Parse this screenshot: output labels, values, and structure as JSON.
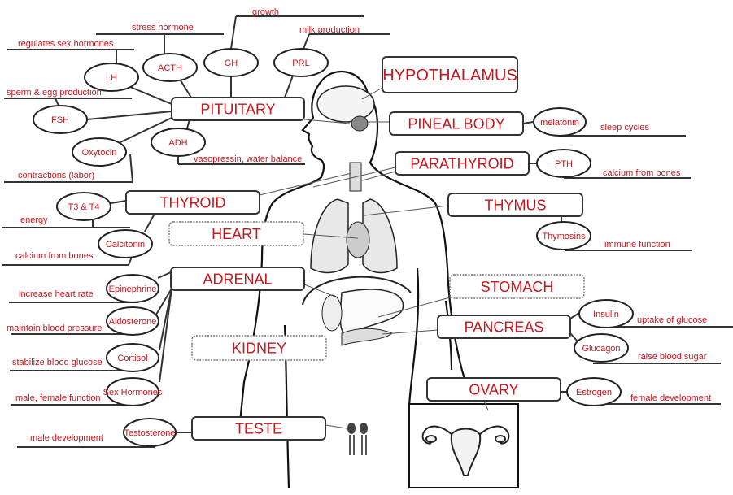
{
  "colors": {
    "text": "#c8161d",
    "lines": "#333333"
  },
  "organs": [
    {
      "id": "hypothalamus",
      "label": "HYPOTHALAMUS"
    },
    {
      "id": "pituitary",
      "label": "PITUITARY"
    },
    {
      "id": "pineal-body",
      "label": "PINEAL BODY"
    },
    {
      "id": "parathyroid",
      "label": "PARATHYROID"
    },
    {
      "id": "thyroid",
      "label": "THYROID"
    },
    {
      "id": "thymus",
      "label": "THYMUS"
    },
    {
      "id": "heart",
      "label": "HEART"
    },
    {
      "id": "adrenal",
      "label": "ADRENAL"
    },
    {
      "id": "stomach",
      "label": "STOMACH"
    },
    {
      "id": "pancreas",
      "label": "PANCREAS"
    },
    {
      "id": "kidney",
      "label": "KIDNEY"
    },
    {
      "id": "ovary",
      "label": "OVARY"
    },
    {
      "id": "teste",
      "label": "TESTE"
    }
  ],
  "hormones": [
    {
      "id": "lh",
      "label": "LH"
    },
    {
      "id": "acth",
      "label": "ACTH"
    },
    {
      "id": "gh",
      "label": "GH"
    },
    {
      "id": "prl",
      "label": "PRL"
    },
    {
      "id": "fsh",
      "label": "FSH"
    },
    {
      "id": "oxytocin",
      "label": "Oxytocin"
    },
    {
      "id": "adh",
      "label": "ADH"
    },
    {
      "id": "t3-t4",
      "label": "T3 & T4"
    },
    {
      "id": "calcitonin",
      "label": "Calcitonin"
    },
    {
      "id": "epinephrine",
      "label": "Epinephrine"
    },
    {
      "id": "aldosterone",
      "label": "Aldosterone"
    },
    {
      "id": "cortisol",
      "label": "Cortisol"
    },
    {
      "id": "sex-hormones",
      "label": "Sex Hormones"
    },
    {
      "id": "testosterone",
      "label": "Testosterone"
    },
    {
      "id": "melatonin",
      "label": "melatonin"
    },
    {
      "id": "pth",
      "label": "PTH"
    },
    {
      "id": "thymosins",
      "label": "Thymosins"
    },
    {
      "id": "insulin",
      "label": "Insulin"
    },
    {
      "id": "glucagon",
      "label": "Glucagon"
    },
    {
      "id": "estrogen",
      "label": "Estrogen"
    }
  ],
  "functions": [
    {
      "id": "growth",
      "label": "growth"
    },
    {
      "id": "stress-hormone",
      "label": "stress hormone"
    },
    {
      "id": "regulates-sex-hormones",
      "label": "regulates sex hormones"
    },
    {
      "id": "milk-production",
      "label": "milk production"
    },
    {
      "id": "sperm-egg-production",
      "label": "sperm & egg production"
    },
    {
      "id": "contractions",
      "label": "contractions (labor)"
    },
    {
      "id": "vasopressin",
      "label": "vasopressin, water balance"
    },
    {
      "id": "energy",
      "label": "energy"
    },
    {
      "id": "calcium-left",
      "label": "calcium from bones"
    },
    {
      "id": "increase-heart-rate",
      "label": "increase heart rate"
    },
    {
      "id": "maintain-blood-pressure",
      "label": "maintain blood pressure"
    },
    {
      "id": "stabilize-blood-glucose",
      "label": "stabilize blood glucose"
    },
    {
      "id": "male-female-function",
      "label": "male, female function"
    },
    {
      "id": "male-development",
      "label": "male development"
    },
    {
      "id": "sleep-cycles",
      "label": "sleep cycles"
    },
    {
      "id": "calcium-right",
      "label": "calcium from bones"
    },
    {
      "id": "immune-function",
      "label": "immune function"
    },
    {
      "id": "uptake-of-glucose",
      "label": "uptake of glucose"
    },
    {
      "id": "raise-blood-sugar",
      "label": "raise blood sugar"
    },
    {
      "id": "female-development",
      "label": "female development"
    }
  ]
}
